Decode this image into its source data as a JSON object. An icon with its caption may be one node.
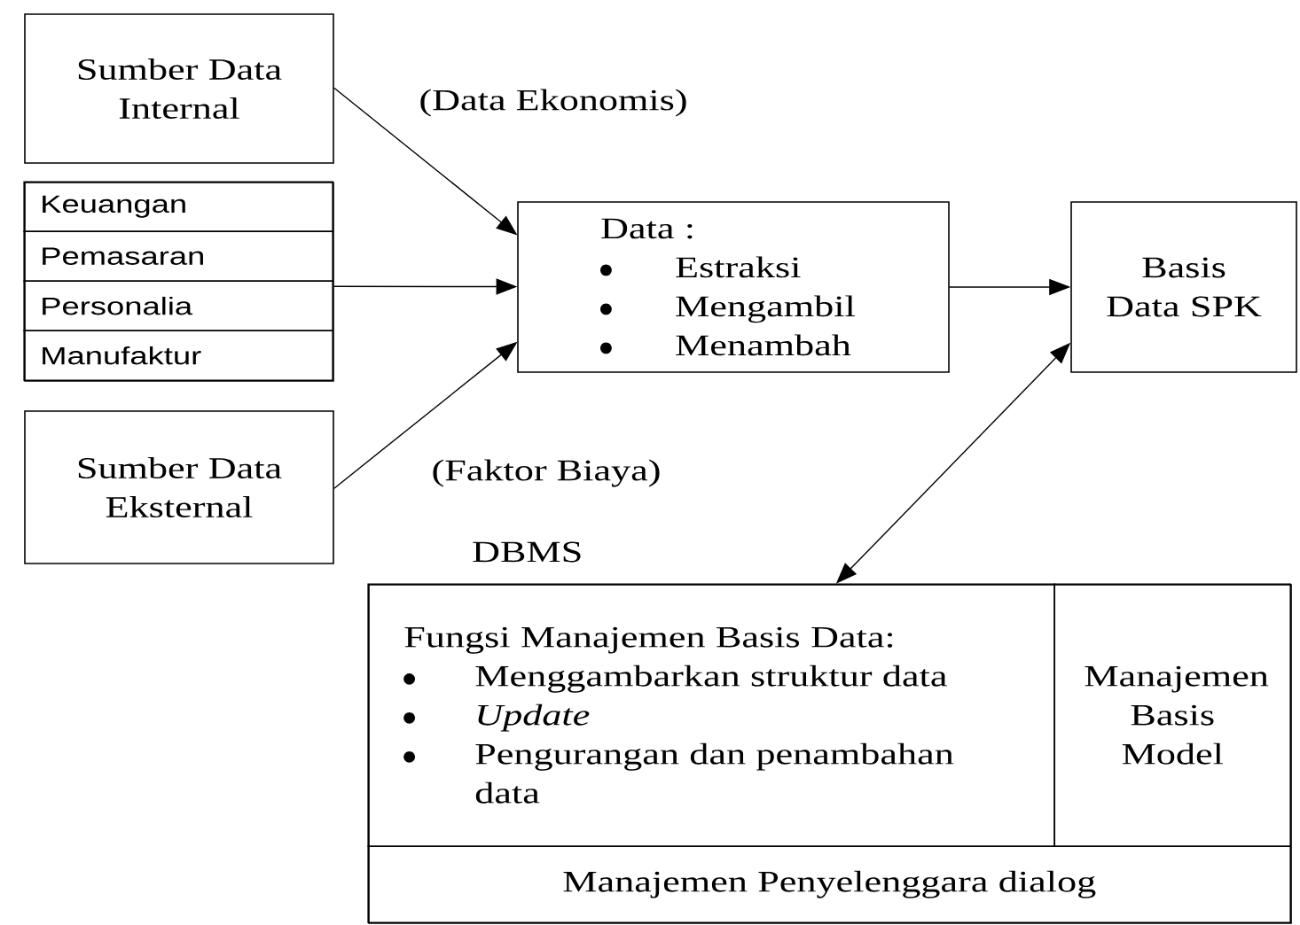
{
  "diagram": {
    "nodes": [
      {
        "text": [
          "Sumber Data Internal"
        ]
      },
      {
        "text": [],
        "shape": "box"
      },
      {
        "text": [
          "Keuangan"
        ],
        "in": 1
      },
      {
        "text": [
          "Pemasaran"
        ],
        "in": 1
      },
      {
        "text": [
          "Personalia"
        ],
        "in": 1
      },
      {
        "text": [
          "Manufaktur"
        ],
        "in": 1
      },
      {
        "text": [
          "Sumber Data Eksternal"
        ]
      },
      {
        "text": [
          "Data :",
          "Estraksi",
          "Mengambil",
          "Menambah"
        ]
      },
      {
        "text": [
          "Basis Data SPK"
        ]
      },
      {
        "text": [
          "DBMS"
        ]
      },
      {
        "text": [
          "Fungsi Manajemen Basis Data:",
          "Menggambarkan struktur data",
          "*Update*",
          "Pengurangan dan penambahan data"
        ],
        "in": 9
      },
      {
        "text": [
          "Manajemen Basis Model"
        ],
        "in": 9
      },
      {
        "text": [
          "Manajemen Penyelenggara dialog"
        ],
        "in": 9
      }
    ],
    "edges": [
      {
        "from": 0,
        "to": 7,
        "arrow": "to",
        "label": "(Data Ekonomis)"
      },
      {
        "from": 1,
        "to": 7,
        "arrow": "to"
      },
      {
        "from": 6,
        "to": 7,
        "arrow": "to",
        "label": "(Faktor Biaya)"
      },
      {
        "from": 7,
        "to": 8,
        "arrow": "to"
      },
      {
        "from": 8,
        "to": 10,
        "arrow": "both"
      }
    ]
  }
}
